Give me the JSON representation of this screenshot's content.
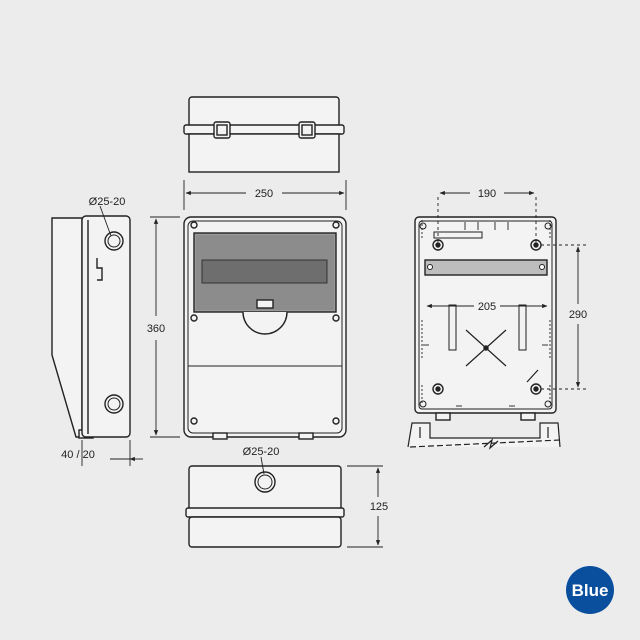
{
  "dimensions": {
    "width_front": "250",
    "height_front": "360",
    "depth_side": "40 / 20",
    "knockout_side": "Ø25-20",
    "knockout_bottom": "Ø25-20",
    "depth_bottom": "125",
    "back_width": "190",
    "back_rail": "205",
    "back_height": "290"
  },
  "badge": {
    "label": "Blue",
    "color": "#0a4f9e"
  },
  "colors": {
    "background": "#ececec",
    "line": "#222222",
    "panel_fill": "#f3f3f3",
    "window_fill": "#8c8c8c",
    "slot_fill": "#6e6e6e"
  }
}
